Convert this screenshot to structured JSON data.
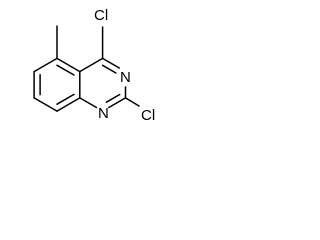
{
  "structure": {
    "atoms": {
      "cl4": "Cl",
      "cl2": "Cl",
      "n3": "N",
      "n1": "N"
    }
  }
}
